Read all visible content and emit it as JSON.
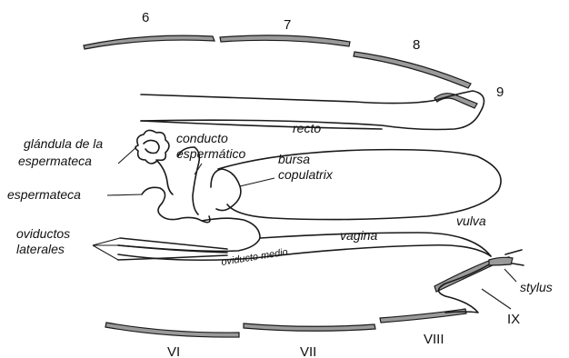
{
  "segments_dorsal": [
    "6",
    "7",
    "8",
    "9"
  ],
  "segments_ventral": [
    "VI",
    "VII",
    "VIII",
    "IX"
  ],
  "labels": {
    "recto": "recto",
    "glandula_line1": "glándula de la",
    "glandula_line2": "espermateca",
    "conducto_line1": "conducto",
    "conducto_line2": "espermático",
    "bursa_line1": "bursa",
    "bursa_line2": "copulatrix",
    "espermateca": "espermateca",
    "oviductos_line1": "oviductos",
    "oviductos_line2": "laterales",
    "oviducto_medio": "oviducto medio",
    "vagina": "vagina",
    "vulva": "vulva",
    "stylus": "stylus"
  },
  "colors": {
    "outline": "#1a1a1a",
    "plate_fill": "#9a9a9a"
  }
}
